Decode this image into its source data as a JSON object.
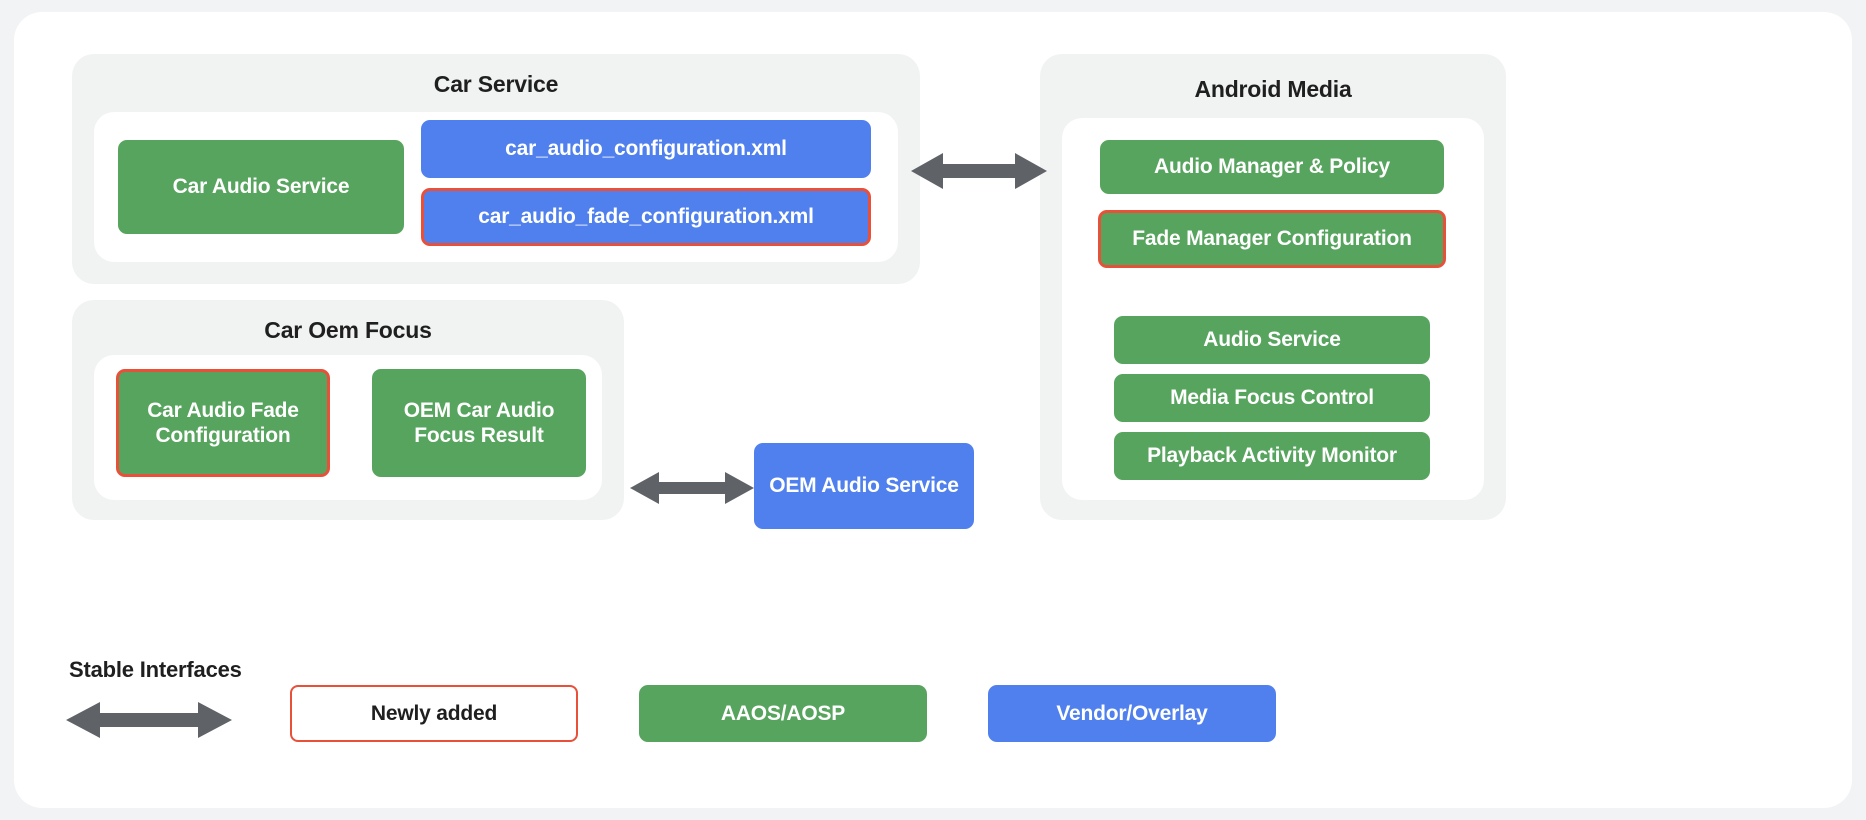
{
  "diagram": {
    "title_note": "Android Automotive audio architecture block diagram",
    "groups": [
      {
        "id": "car-service",
        "title": "Car Service",
        "nodes": [
          {
            "label": "Car Audio Service",
            "type": "green",
            "highlighted": false
          },
          {
            "label": "car_audio_configuration.xml",
            "type": "blue",
            "highlighted": false
          },
          {
            "label": "car_audio_fade_configuration.xml",
            "type": "blue",
            "highlighted": true
          }
        ]
      },
      {
        "id": "car-oem-focus",
        "title": "Car Oem Focus",
        "nodes": [
          {
            "label": "Car Audio Fade Configuration",
            "type": "green",
            "highlighted": true
          },
          {
            "label": "OEM Car Audio Focus Result",
            "type": "green",
            "highlighted": false
          }
        ]
      },
      {
        "id": "android-media",
        "title": "Android Media",
        "nodes": [
          {
            "label": "Audio Manager & Policy",
            "type": "green",
            "highlighted": false
          },
          {
            "label": "Fade Manager Configuration",
            "type": "green",
            "highlighted": true
          },
          {
            "label": "Audio Service",
            "type": "green",
            "highlighted": false
          },
          {
            "label": "Media Focus Control",
            "type": "green",
            "highlighted": false
          },
          {
            "label": "Playback Activity Monitor",
            "type": "green",
            "highlighted": false
          }
        ]
      }
    ],
    "standalone_nodes": [
      {
        "id": "oem-audio-service",
        "label": "OEM Audio Service",
        "type": "blue",
        "highlighted": false
      }
    ],
    "connectors": [
      {
        "id": "car-service-to-android-media",
        "style": "double-headed-arrow",
        "color": "#5f6368"
      },
      {
        "id": "car-oem-focus-to-oem-audio-service",
        "style": "double-headed-arrow",
        "color": "#5f6368"
      }
    ]
  },
  "legend": {
    "stable_interfaces_label": "Stable Interfaces",
    "items": [
      {
        "label": "Newly added",
        "type": "white-outline"
      },
      {
        "label": "AAOS/AOSP",
        "type": "green"
      },
      {
        "label": "Vendor/Overlay",
        "type": "blue"
      }
    ]
  },
  "colors": {
    "green": "#56a45d",
    "blue": "#5080ee",
    "highlight_red": "#e8503a",
    "arrow_gray": "#5f6368",
    "panel_gray": "#f1f2f2",
    "page_bg": "#f1f3f4",
    "card_bg": "#ffffff",
    "text_dark": "#1f1f1f"
  }
}
